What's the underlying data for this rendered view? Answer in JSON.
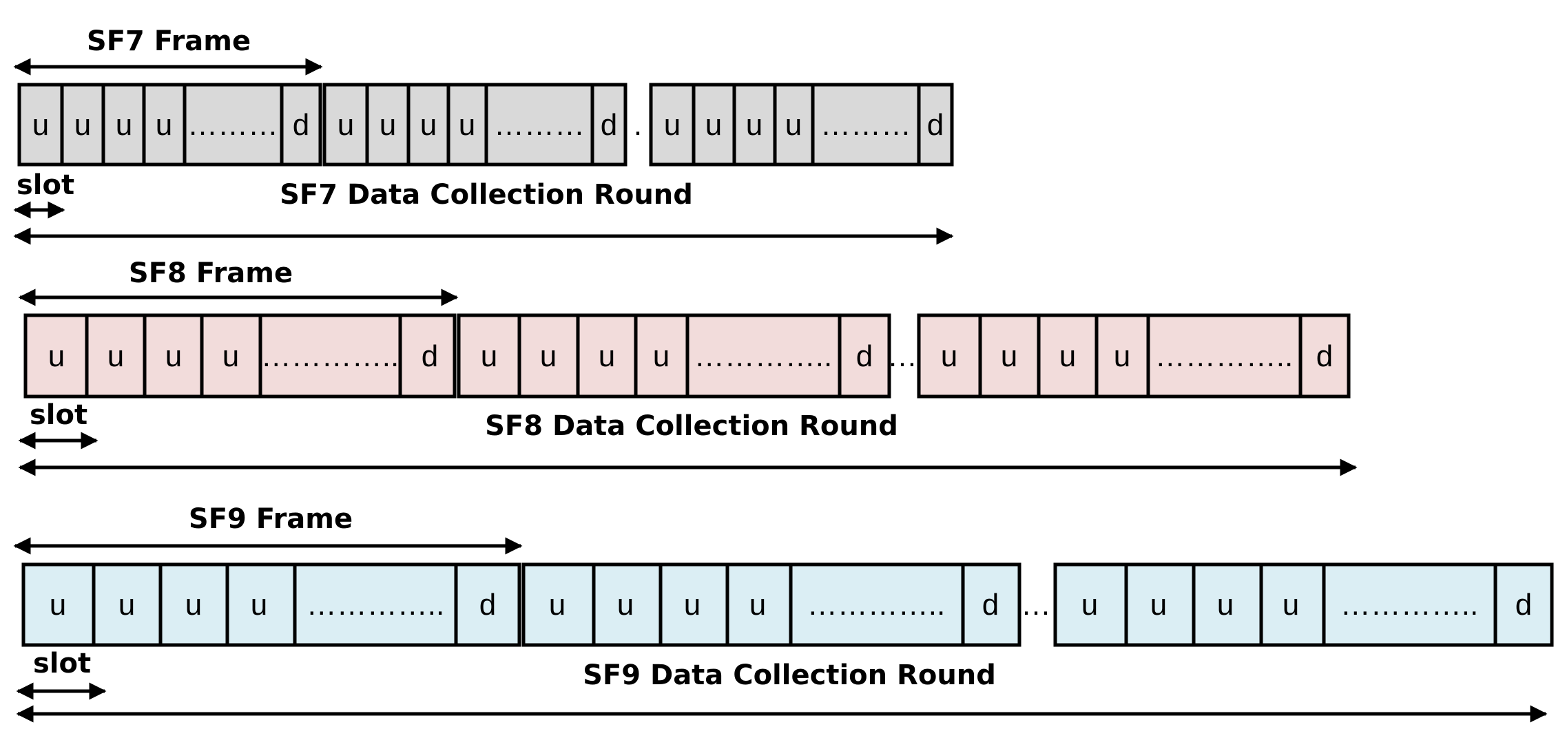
{
  "rows": [
    {
      "id": "sf7",
      "frame_label": "SF7 Frame",
      "slot_label": "slot",
      "round_label": "SF7 Data Collection Round",
      "gap_marker": ".",
      "fill_color": "#d9d9d9",
      "frame_cells": [
        "u",
        "u",
        "u",
        "u",
        "………",
        "d"
      ]
    },
    {
      "id": "sf8",
      "frame_label": "SF8 Frame",
      "slot_label": "slot",
      "round_label": "SF8 Data Collection Round",
      "gap_marker": "…",
      "fill_color": "#f2dcdb",
      "frame_cells": [
        "u",
        "u",
        "u",
        "u",
        "…………..",
        "d"
      ]
    },
    {
      "id": "sf9",
      "frame_label": "SF9 Frame",
      "slot_label": "slot",
      "round_label": "SF9 Data Collection Round",
      "gap_marker": "…",
      "fill_color": "#dbeef4",
      "frame_cells": [
        "u",
        "u",
        "u",
        "u",
        "…………..",
        "d"
      ]
    }
  ]
}
